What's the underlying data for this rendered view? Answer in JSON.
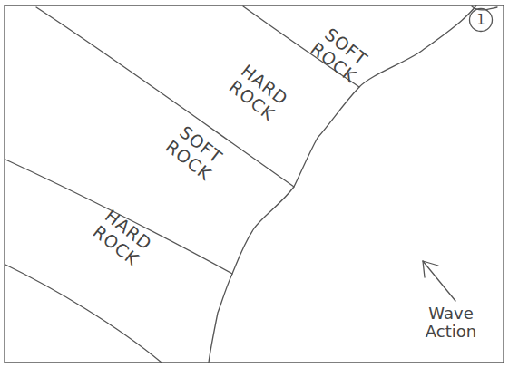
{
  "diagram": {
    "nodes": [
      {
        "text": [
          "1"
        ]
      },
      {
        "text": [
          "SOFT ROCK"
        ]
      },
      {
        "text": [
          "HARD ROCK"
        ]
      },
      {
        "text": [
          "SOFT ROCK"
        ]
      },
      {
        "text": [
          "HARD ROCK"
        ]
      }
    ],
    "labels": [
      "Wave Action"
    ]
  }
}
